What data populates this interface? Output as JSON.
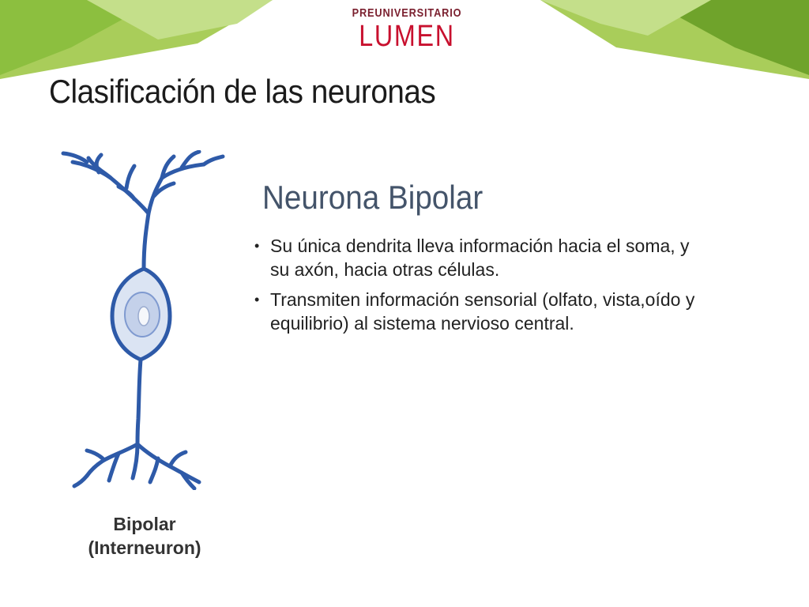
{
  "logo": {
    "top": "PREUNIVERSITARIO",
    "main": "LUMEN"
  },
  "colors": {
    "green_light": "#a9cd5a",
    "green_dark": "#6fa32b",
    "title": "#1b1b1b",
    "subtitle": "#44546a",
    "neuron": "#2e5aa8",
    "logo_red": "#c8102e"
  },
  "slide": {
    "title": "Clasificación de las neuronas",
    "subtitle": "Neurona Bipolar",
    "bullets": [
      " Su única dendrita lleva información hacia el soma, y su axón, hacia otras células.",
      "Transmiten información sensorial (olfato, vista,oído y equilibrio) al sistema nervioso central."
    ]
  },
  "figure": {
    "caption_line1": "Bipolar",
    "caption_line2": "(Interneuron)"
  }
}
